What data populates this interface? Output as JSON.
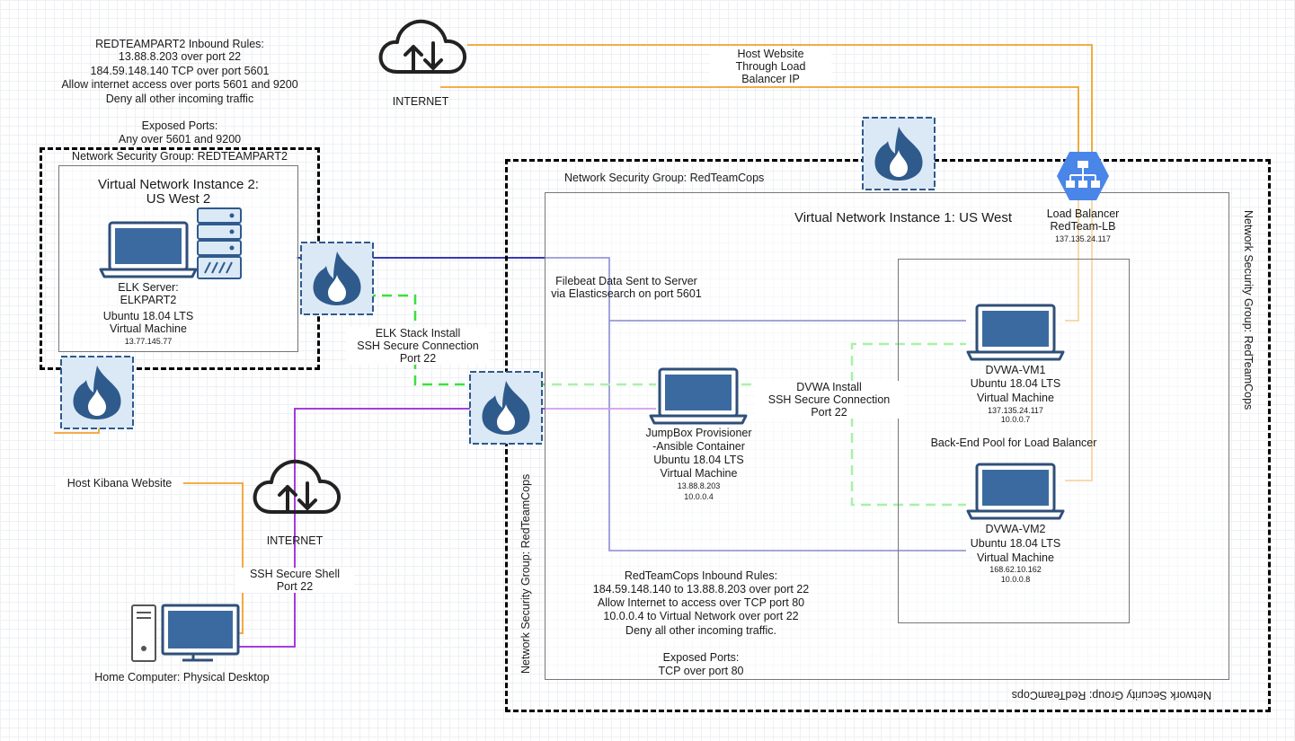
{
  "diagram": {
    "top_left_rules": {
      "title": "REDTEAMPART2 Inbound Rules:",
      "lines": [
        "13.88.8.203 over port 22",
        "184.59.148.140 TCP over port 5601",
        "Allow internet access over ports 5601 and 9200",
        "Deny all other incoming traffic"
      ],
      "exposed_title": "Exposed Ports:",
      "exposed_value": "Any over 5601 and 9200"
    },
    "internet_top": "INTERNET",
    "internet_bottom": "INTERNET",
    "host_website": "Host Website\nThrough Load\nBalancer IP",
    "nsg_redteampart2": "Network Security Group: REDTEAMPART2",
    "vnet2_title": "Virtual Network Instance 2:\nUS West 2",
    "elk_server": {
      "line1": "ELK Server:",
      "line2": "ELKPART2",
      "line3": "Ubuntu 18.04 LTS",
      "line4": "Virtual Machine",
      "ip": "13.77.145.77"
    },
    "nsg_redteamcops_top": "Network Security Group: RedTeamCops",
    "nsg_redteamcops_right": "Network Security Group: RedTeamCops",
    "nsg_redteamcops_left": "Network Security Group: RedTeamCops",
    "nsg_redteamcops_bottom": "Network Security Group: RedTeamCops",
    "vnet1_title": "Virtual Network Instance 1: US West",
    "load_balancer": {
      "line1": "Load Balancer",
      "line2": "RedTeam-LB",
      "ip": "137.135.24.117"
    },
    "filebeat": "Filebeat Data Sent to Server\nvia Elasticsearch on port 5601",
    "elk_stack": "ELK Stack Install\nSSH Secure Connection\nPort 22",
    "dvwa_install": "DVWA Install\nSSH Secure Connection\nPort 22",
    "dvwa_vm1": {
      "name": "DVWA-VM1",
      "os": "Ubuntu 18.04 LTS",
      "type": "Virtual Machine",
      "ip1": "137.135.24.117",
      "ip2": "10.0.0.7"
    },
    "backend_pool": "Back-End Pool for Load Balancer",
    "dvwa_vm2": {
      "name": "DVWA-VM2",
      "os": "Ubuntu 18.04 LTS",
      "type": "Virtual Machine",
      "ip1": "168.62.10.162",
      "ip2": "10.0.0.8"
    },
    "jumpbox": {
      "line1": "JumpBox Provisioner",
      "line2": "-Ansible Container",
      "line3": "Ubuntu 18.04 LTS",
      "line4": "Virtual Machine",
      "ip1": "13.88.8.203",
      "ip2": "10.0.0.4"
    },
    "redteamcops_rules": {
      "title": "RedTeamCops Inbound Rules:",
      "lines": [
        "184.59.148.140 to 13.88.8.203 over port 22",
        "Allow Internet to access over TCP port 80",
        "10.0.0.4 to Virtual Network over port 22",
        "Deny all other incoming traffic."
      ],
      "exposed_title": "Exposed Ports:",
      "exposed_value": "TCP over port 80"
    },
    "host_kibana": "Host Kibana Website",
    "ssh_shell": "SSH Secure Shell\nPort 22",
    "home_computer": "Home Computer: Physical Desktop",
    "colors": {
      "orange": "#f0a22e",
      "navy": "#1c1ca8",
      "purple": "#9b24d6",
      "green": "#3ee03e",
      "firewall": "#2f5a8c",
      "lb": "#4a86e8"
    }
  }
}
